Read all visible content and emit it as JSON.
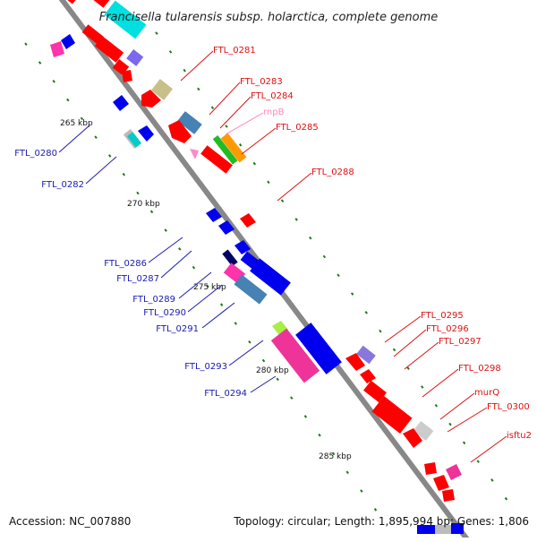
{
  "title": "Francisella tularensis subsp. holarctica, complete genome",
  "footer": {
    "accession": "Accession: NC_007880",
    "summary": "Topology: circular; Length: 1,895,994 bp; Genes: 1,806"
  },
  "colors": {
    "backbone": "#888888",
    "tick": "#1c7a1c",
    "forward_label": "#dd1111",
    "reverse_label": "#1a1ab0",
    "rna_label": "#ff88bb"
  },
  "kbp_labels": [
    "265 kbp",
    "270 kbp",
    "275 kbp",
    "280 kbp",
    "285 kbp"
  ],
  "forward_labels": [
    "FTL_0281",
    "FTL_0283",
    "FTL_0284",
    "rnpB",
    "FTL_0285",
    "FTL_0288",
    "FTL_0295",
    "FTL_0296",
    "FTL_0297",
    "FTL_0298",
    "murQ",
    "FTL_0300",
    "isftu2"
  ],
  "reverse_labels": [
    "FTL_0280",
    "FTL_0282",
    "FTL_0286",
    "FTL_0287",
    "FTL_0289",
    "FTL_0290",
    "FTL_0291",
    "FTL_0293",
    "FTL_0294"
  ]
}
